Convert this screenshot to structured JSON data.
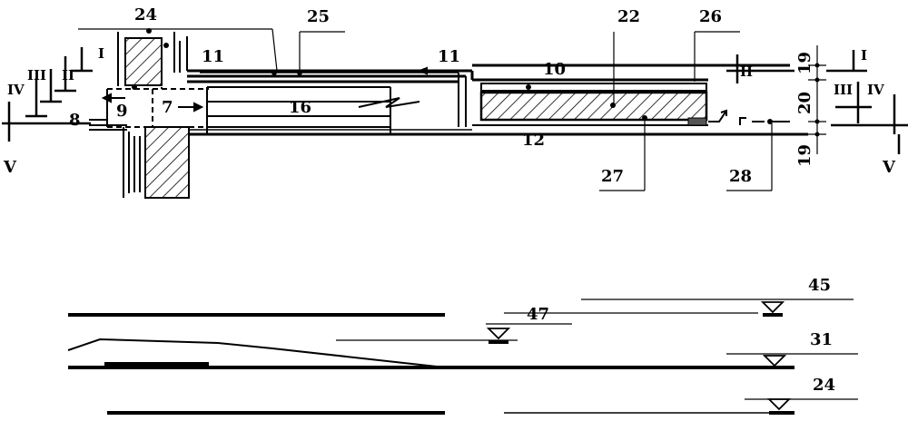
{
  "labels": {
    "n24": "24",
    "n25": "25",
    "n22": "22",
    "n26": "26",
    "n11a": "11",
    "n11b": "11",
    "n10": "10",
    "n16": "16",
    "n7": "7",
    "n9": "9",
    "n8": "8",
    "n12": "12",
    "n27": "27",
    "n28": "28",
    "n19a": "19",
    "n20": "20",
    "n19b": "19",
    "e45": "45",
    "e47": "47",
    "e31": "31",
    "e24": "24"
  },
  "sections": {
    "I_left": "I",
    "II_left": "II",
    "III_left": "III",
    "IV_left": "IV",
    "V_left": "V",
    "I_right": "I",
    "II_right": "II",
    "III_right": "III",
    "IV_right": "IV",
    "V_right": "V"
  }
}
